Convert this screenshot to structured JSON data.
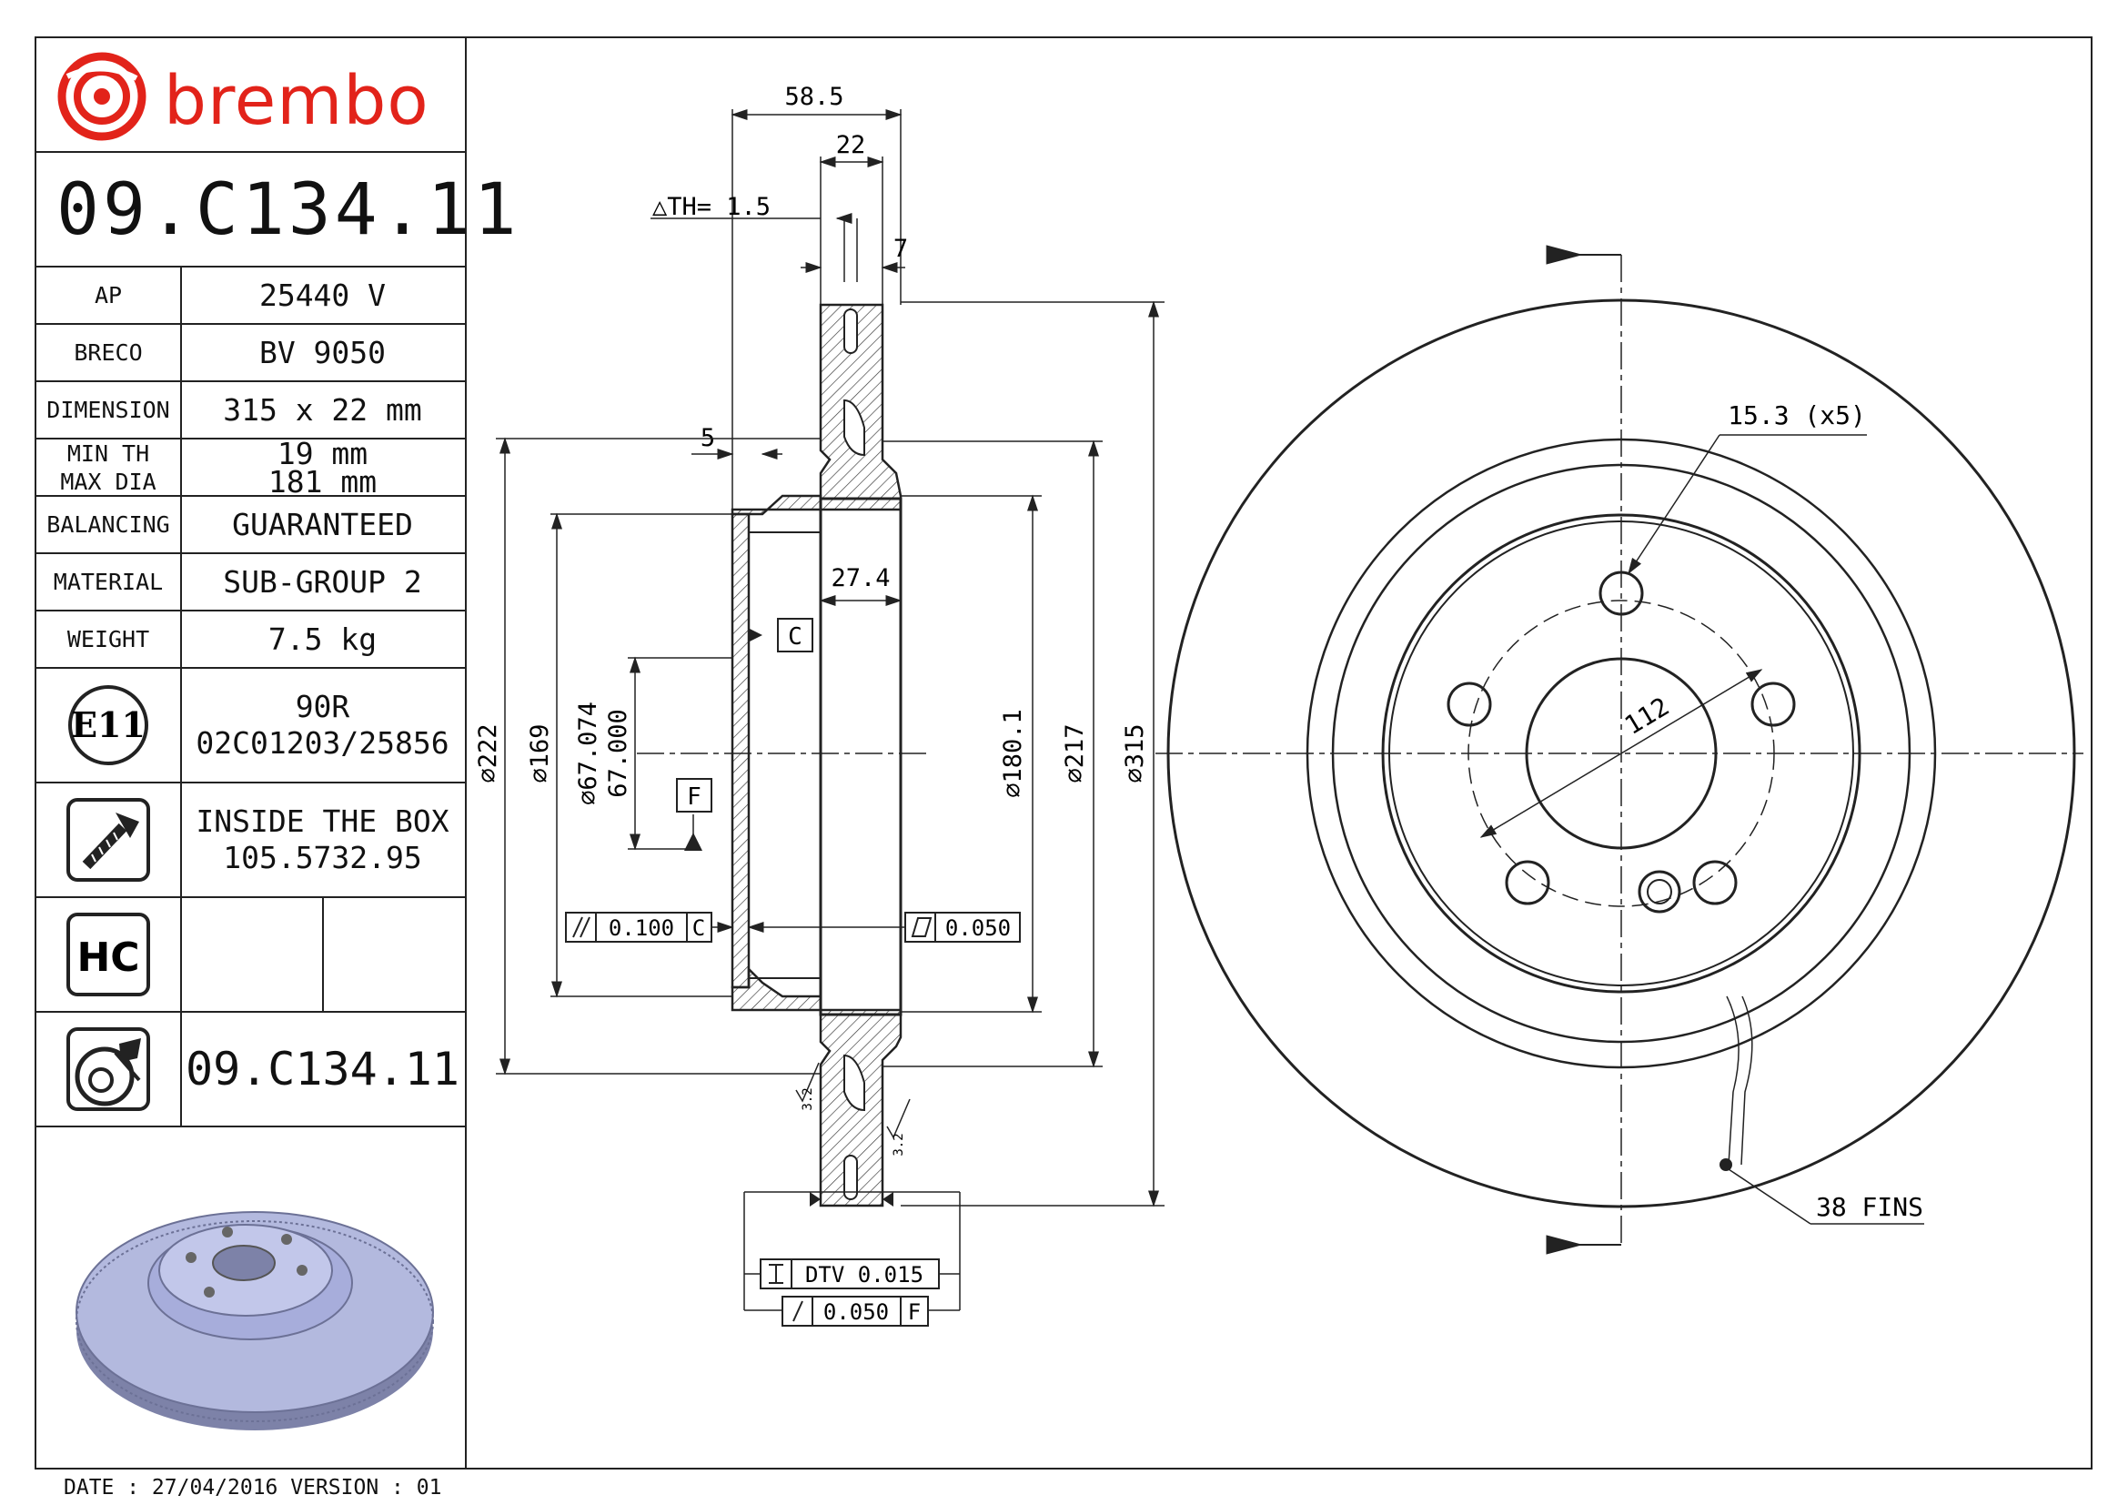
{
  "brand": {
    "name": "brembo",
    "color": "#e2231a"
  },
  "part_number": "09.C134.11",
  "specs": [
    {
      "label": "AP",
      "value": "25440 V"
    },
    {
      "label": "BRECO",
      "value": "BV 9050"
    },
    {
      "label": "DIMENSION",
      "value": "315 x 22 mm"
    },
    {
      "label": "MIN TH",
      "label2": "MAX DIA",
      "value": "19 mm",
      "value2": "181 mm"
    },
    {
      "label": "BALANCING",
      "value": "GUARANTEED"
    },
    {
      "label": "MATERIAL",
      "value": "SUB-GROUP 2"
    },
    {
      "label": "WEIGHT",
      "value": "7.5 kg"
    }
  ],
  "approval": {
    "badge": "E11",
    "line1": "90R",
    "line2": "02C01203/25856",
    "icon": "e11-approval-icon"
  },
  "screws": {
    "line1": "INSIDE THE BOX",
    "line2": "105.5732.95",
    "icon": "screw-icon"
  },
  "hc": {
    "badge": "HC",
    "icon": "hc-icon"
  },
  "disc_ref": {
    "value": "09.C134.11",
    "icon": "brake-disc-icon"
  },
  "footer": "DATE : 27/04/2016 VERSION : 01",
  "dimensions": {
    "d58_5": "58.5",
    "d22": "22",
    "th": "△TH= 1.5",
    "d7": "7",
    "d5": "5",
    "d27_4": "27.4",
    "c_datum": "C",
    "f_datum": "F",
    "dia222": "⌀222",
    "dia169": "⌀169",
    "dia67_074": "⌀67.074",
    "dia67_000": "67.000",
    "dia180_1": "⌀180.1",
    "dia217": "⌀217",
    "dia315": "⌀315",
    "par_tol": "0.100",
    "par_datum": "C",
    "flat_tol": "0.050",
    "surf1": "3.2",
    "surf2": "3.2",
    "dtv": "DTV 0.015",
    "runout_tol": "0.050",
    "runout_datum": "F",
    "holes": "15.3 (x5)",
    "pcd": "112",
    "fins": "38 FINS"
  },
  "colors": {
    "line": "#222222",
    "disc_render": "#b3b9de",
    "disc_edge": "#6c7196"
  }
}
